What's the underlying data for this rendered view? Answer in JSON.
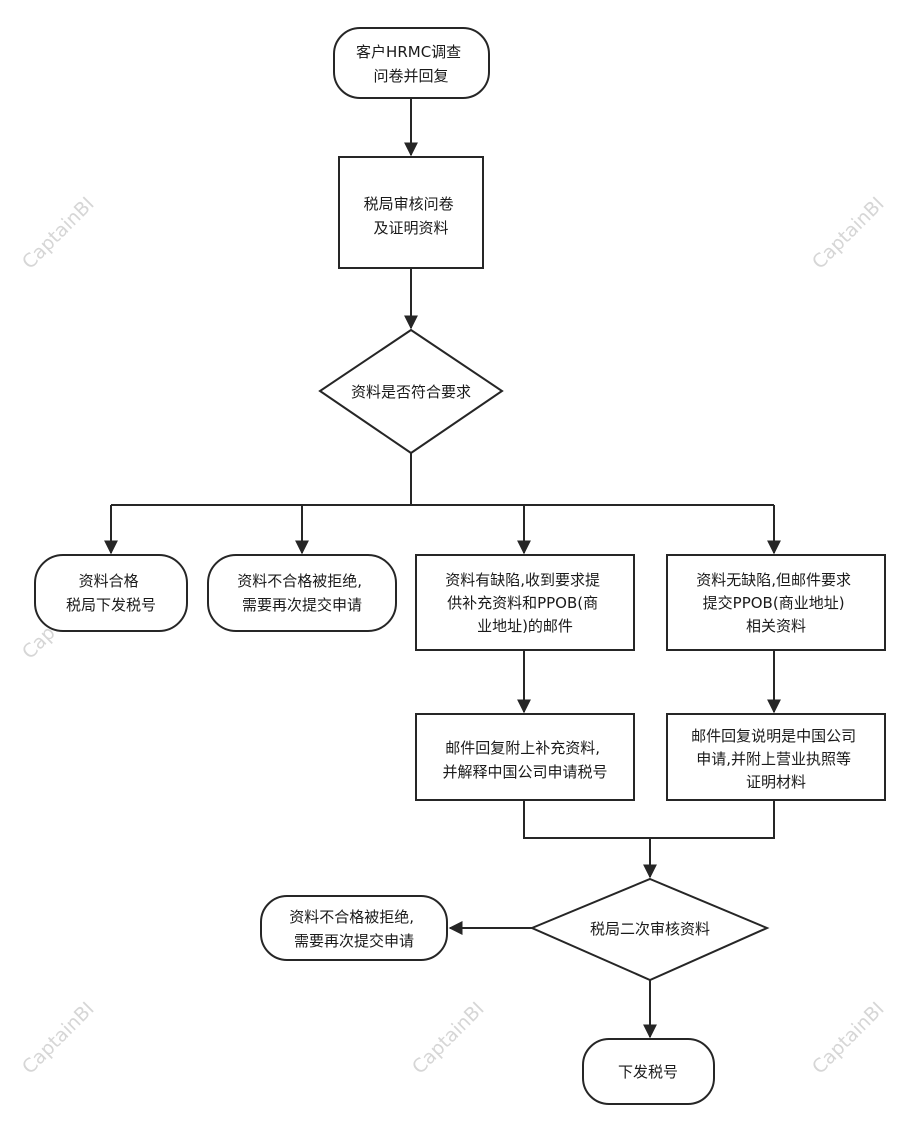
{
  "watermark": "CaptainBI",
  "nodes": {
    "start": [
      "客户HRMC调查",
      "问卷并回复"
    ],
    "review": [
      "税局审核问卷",
      "及证明资料"
    ],
    "check": [
      "资料是否符合要求"
    ],
    "pass": [
      "资料合格",
      "税局下发税号"
    ],
    "reject1": [
      "资料不合格被拒绝,",
      "需要再次提交申请"
    ],
    "defect": [
      "资料有缺陷,收到要求提",
      "供补充资料和PPOB(商",
      "业地址)的邮件"
    ],
    "nodefect": [
      "资料无缺陷,但邮件要求",
      "提交PPOB(商业地址)",
      "相关资料"
    ],
    "reply1": [
      "邮件回复附上补充资料,",
      "并解释中国公司申请税号"
    ],
    "reply2": [
      "邮件回复说明是中国公司",
      "申请,并附上营业执照等",
      "证明材料"
    ],
    "second_review": [
      "税局二次审核资料"
    ],
    "reject2": [
      "资料不合格被拒绝,",
      "需要再次提交申请"
    ],
    "issue": [
      "下发税号"
    ]
  }
}
